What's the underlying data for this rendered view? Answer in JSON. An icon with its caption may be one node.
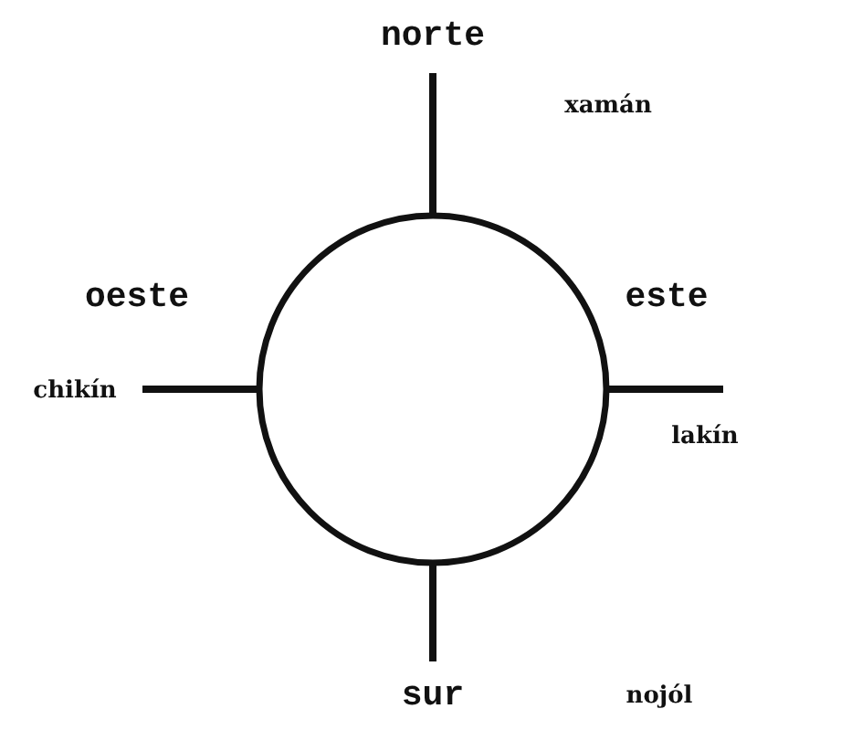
{
  "diagram": {
    "nodes": [
      {
        "text": [
          "norte"
        ]
      },
      {
        "text": [
          "oeste"
        ]
      },
      {
        "text": [],
        "shape": "circle"
      },
      {
        "text": [
          "este"
        ]
      },
      {
        "text": [
          "sur"
        ]
      }
    ],
    "edges": [
      {
        "from": 2,
        "to": 0,
        "arrow": "none"
      },
      {
        "from": 2,
        "to": 1,
        "arrow": "none"
      },
      {
        "from": 2,
        "to": 3,
        "arrow": "none"
      },
      {
        "from": 2,
        "to": 4,
        "arrow": "none"
      }
    ],
    "labels": [
      "xamán",
      "chikín",
      "lakín",
      "nojól"
    ]
  }
}
